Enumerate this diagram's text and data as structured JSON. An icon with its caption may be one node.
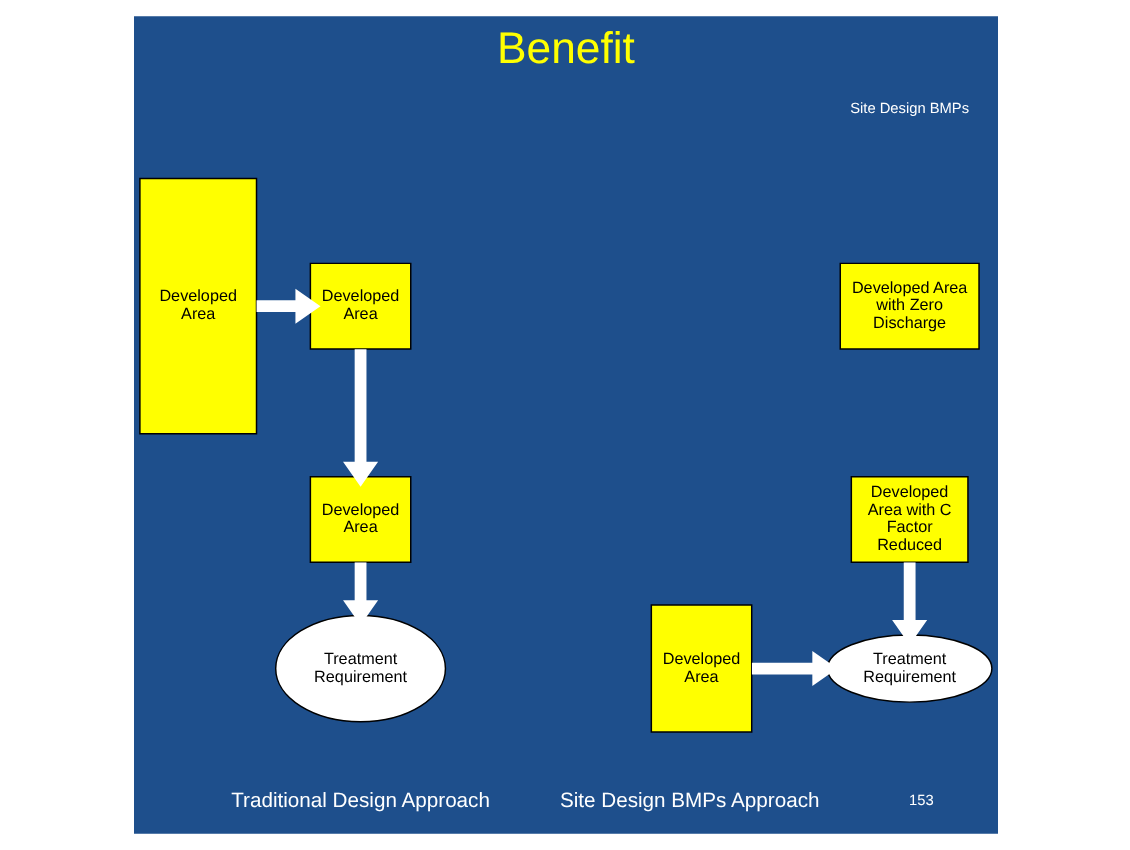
{
  "diagram": {
    "title": "Benefit",
    "nodes": [
      {
        "text": [
          "Developed Area"
        ]
      },
      {
        "text": [
          "Developed Area"
        ]
      },
      {
        "text": [
          "Developed Area"
        ]
      },
      {
        "text": [
          "Treatment Requirement"
        ]
      },
      {
        "text": [
          "Developed Area with Zero Discharge"
        ]
      },
      {
        "text": [
          "Developed Area with C Factor Reduced"
        ]
      },
      {
        "text": [
          "Developed Area"
        ]
      },
      {
        "text": [
          "Treatment Requirement"
        ]
      }
    ],
    "edges": [
      {
        "from": 0,
        "to": 1,
        "arrow": "to"
      },
      {
        "from": 1,
        "to": 2,
        "arrow": "to"
      },
      {
        "from": 2,
        "to": 3,
        "arrow": "to"
      },
      {
        "from": 5,
        "to": 7,
        "arrow": "to"
      },
      {
        "from": 6,
        "to": 7,
        "arrow": "to"
      }
    ],
    "labels": [
      "Site Design BMPs",
      "Traditional Design Approach",
      "Site Design BMPs Approach",
      "153"
    ]
  }
}
